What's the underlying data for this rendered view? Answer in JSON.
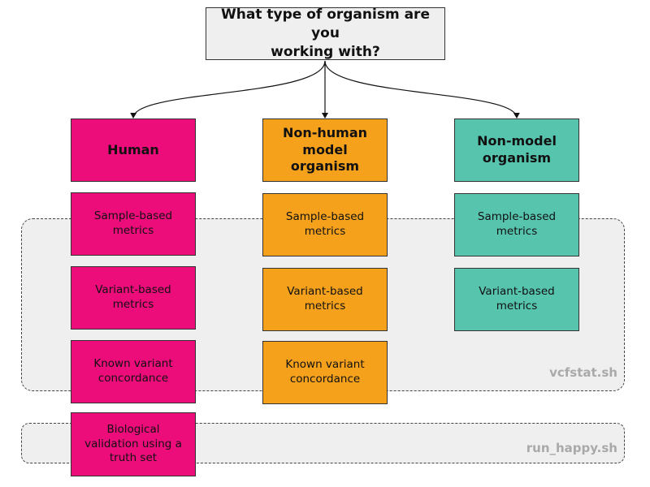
{
  "question": "What type of organism are you\nworking with?",
  "columns": [
    {
      "title": "Human",
      "items": [
        "Sample-based\nmetrics",
        "Variant-based\nmetrics",
        "Known variant\nconcordance",
        "Biological\nvalidation using a\ntruth set"
      ]
    },
    {
      "title": "Non-human\nmodel\norganism",
      "items": [
        "Sample-based\nmetrics",
        "Variant-based\nmetrics",
        "Known variant\nconcordance"
      ]
    },
    {
      "title": "Non-model\norganism",
      "items": [
        "Sample-based\nmetrics",
        "Variant-based\nmetrics"
      ]
    }
  ],
  "groups": [
    {
      "label": "vcfstat.sh"
    },
    {
      "label": "run_happy.sh"
    }
  ],
  "colors": {
    "human": "#ec0d7b",
    "nonhuman": "#f5a11c",
    "nonmodel": "#57c4ae",
    "question_bg": "#efefef",
    "group_bg": "#efefef",
    "group_label": "#a9a9a9"
  }
}
